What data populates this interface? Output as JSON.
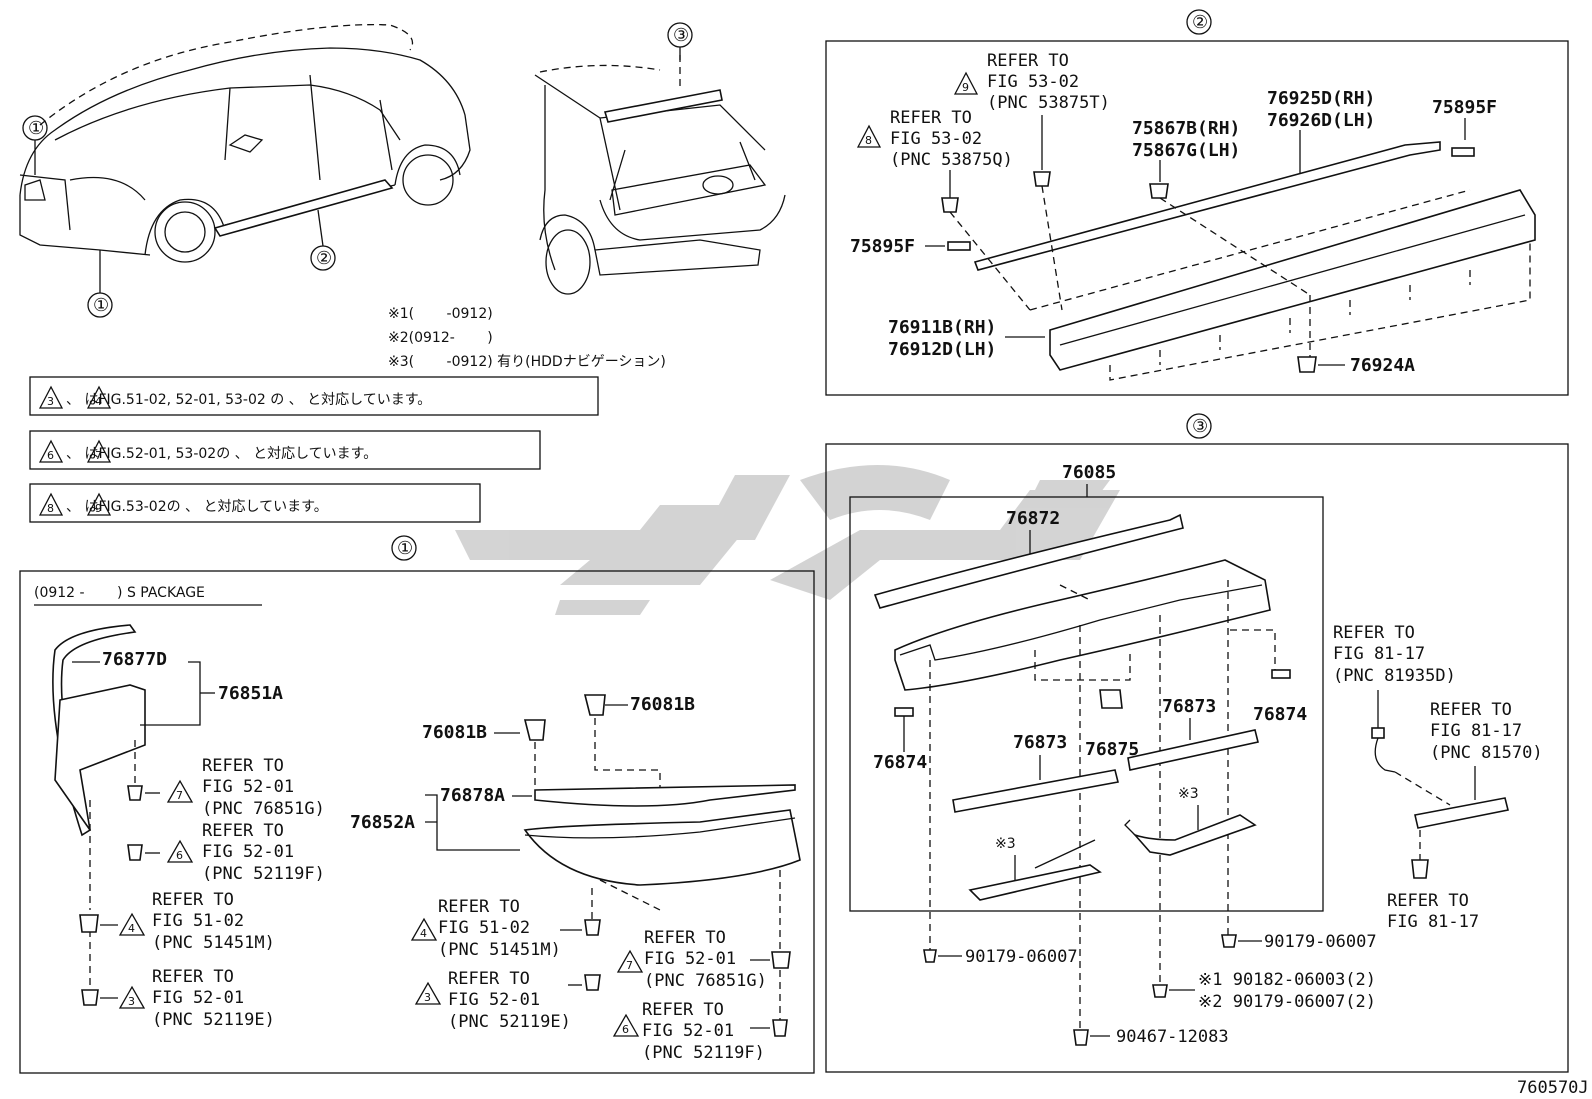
{
  "diagram_id": "760570J",
  "callouts": {
    "c1": "①",
    "c2": "②",
    "c3": "③"
  },
  "notes": {
    "n1": "※1(　　 -0912)",
    "n2": "※2(0912-　　 )",
    "n3": "※3(　　 -0912) 有り(HDDナビゲーション)"
  },
  "legend_boxes": [
    {
      "text": "、    はFIG.51-02, 52-01, 53-02 の   、    と対応しています。",
      "t1": "3",
      "t2": "4"
    },
    {
      "text": "、    はFIG.52-01, 53-02の    、    と対応しています。",
      "t1": "6",
      "t2": "7"
    },
    {
      "text": "、    はFIG.53-02の    、    と対応しています。",
      "t1": "8",
      "t2": "9"
    }
  ],
  "panel1": {
    "header": "(0912 -　　 ) S PACKAGE",
    "labels": {
      "p76877D": "76877D",
      "p76851A": "76851A",
      "p76081B_a": "76081B",
      "p76081B_b": "76081B",
      "p76878A": "76878A",
      "p76852A": "76852A"
    },
    "refs": [
      {
        "tri": "7",
        "l1": "REFER TO",
        "l2": "FIG 52-01",
        "l3": "(PNC 76851G)"
      },
      {
        "tri": "6",
        "l1": "REFER TO",
        "l2": "FIG 52-01",
        "l3": "(PNC 52119F)"
      },
      {
        "tri": "4",
        "l1": "REFER TO",
        "l2": "FIG 51-02",
        "l3": "(PNC 51451M)"
      },
      {
        "tri": "3",
        "l1": "REFER TO",
        "l2": "FIG 52-01",
        "l3": "(PNC 52119E)"
      },
      {
        "tri": "4",
        "l1": "REFER TO",
        "l2": "FIG 51-02",
        "l3": "(PNC 51451M)"
      },
      {
        "tri": "3",
        "l1": "REFER TO",
        "l2": "FIG 52-01",
        "l3": "(PNC 52119E)"
      },
      {
        "tri": "7",
        "l1": "REFER TO",
        "l2": "FIG 52-01",
        "l3": "(PNC 76851G)"
      },
      {
        "tri": "6",
        "l1": "REFER TO",
        "l2": "FIG 52-01",
        "l3": "(PNC 52119F)"
      }
    ]
  },
  "panel2": {
    "ref9": {
      "tri": "9",
      "l1": "REFER TO",
      "l2": "FIG 53-02",
      "l3": "(PNC 53875T)"
    },
    "ref8": {
      "tri": "8",
      "l1": "REFER TO",
      "l2": "FIG 53-02",
      "l3": "(PNC 53875Q)"
    },
    "labels": {
      "p75867B": "75867B(RH)",
      "p75867G": "75867G(LH)",
      "p76925D": "76925D(RH)",
      "p76926D": "76926D(LH)",
      "p75895F_a": "75895F",
      "p75895F_b": "75895F",
      "p76911B": "76911B(RH)",
      "p76912D": "76912D(LH)",
      "p76924A": "76924A"
    }
  },
  "panel3": {
    "labels": {
      "p76085": "76085",
      "p76872": "76872",
      "p76873_a": "76873",
      "p76873_b": "76873",
      "p76874_a": "76874",
      "p76874_b": "76874",
      "p76875": "76875",
      "note3_a": "※3",
      "note3_b": "※3",
      "b1": "90179-06007",
      "b2": "90179-06007",
      "b3": "※1 90182-06003(2)",
      "b4": "※2 90179-06007(2)",
      "b5": "90467-12083"
    },
    "ref_a": {
      "l1": "REFER TO",
      "l2": "FIG 81-17",
      "l3": "(PNC 81935D)"
    },
    "ref_b": {
      "l1": "REFER TO",
      "l2": "FIG 81-17",
      "l3": "(PNC 81570)"
    },
    "ref_c": {
      "l1": "REFER TO",
      "l2": "FIG 81-17"
    }
  },
  "watermark_color": "#c8c8c8"
}
